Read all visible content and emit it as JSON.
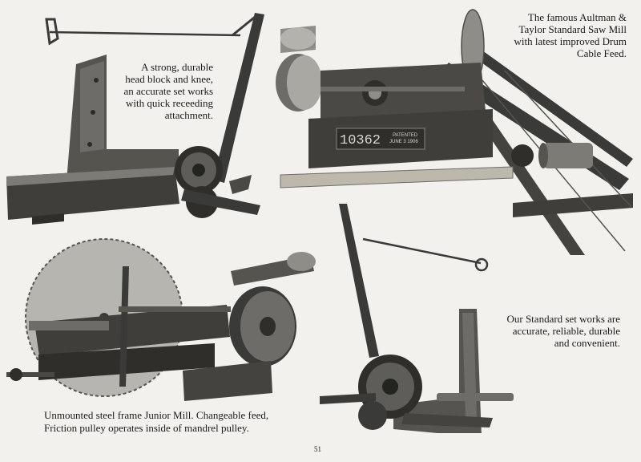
{
  "captions": {
    "head_block": "A strong, durable head block and knee, an accurate set works with quick receeding attachment.",
    "saw_mill": "The famous Aultman & Taylor Standard Saw Mill with latest improved Drum Cable Feed.",
    "set_works": "Our Standard set works are accurate, reliable, durable and convenient.",
    "junior_mill": "Unmounted steel frame Junior Mill. Changeable feed, Friction pulley operates inside of mandrel pulley."
  },
  "saw_mill_plate": {
    "number": "10362",
    "patent_label": "PATENTED",
    "patent_date": "JUNE 3 1906"
  },
  "page_number": "51",
  "colors": {
    "paper": "#f2f1ee",
    "metal_dark": "#3a3a38",
    "metal_mid": "#6d6c68",
    "metal_light": "#a9a8a3",
    "wood": "#bdb8ac"
  }
}
